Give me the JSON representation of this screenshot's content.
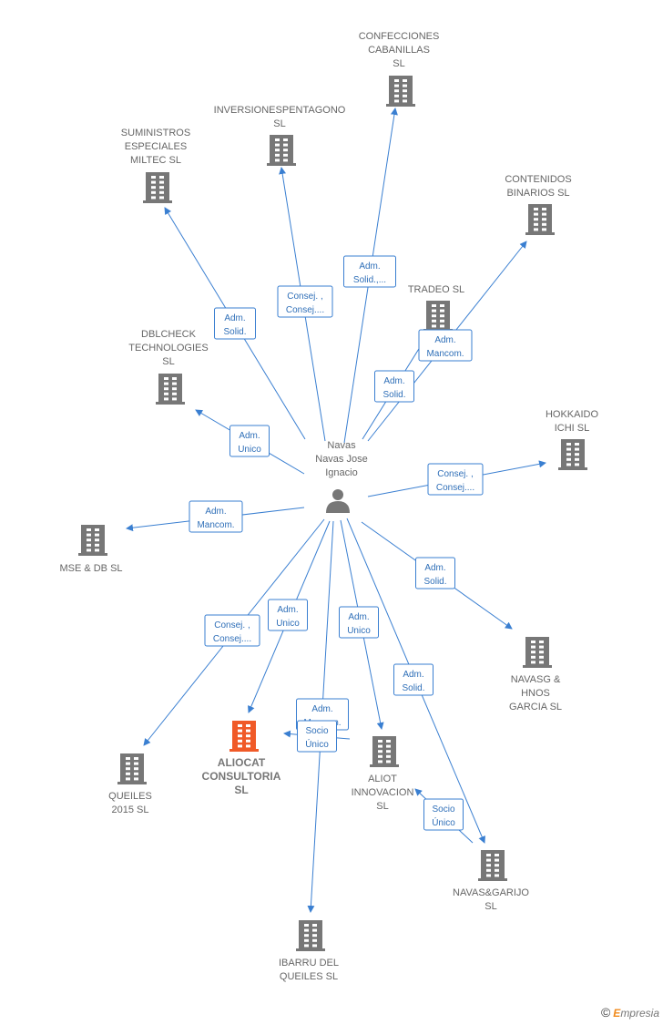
{
  "colors": {
    "edge": "#3a7fd1",
    "building": "#777777",
    "highlight": "#f05a28",
    "label": "#666666"
  },
  "center": {
    "label_lines": [
      "Navas",
      "Navas Jose",
      "Ignacio"
    ],
    "icon": "person-icon"
  },
  "companies": [
    {
      "id": "confecciones",
      "lines": [
        "CONFECCIONES",
        "CABANILLAS",
        "SL"
      ]
    },
    {
      "id": "inversiones",
      "lines": [
        "INVERSIONESPENTAGONO",
        "SL"
      ]
    },
    {
      "id": "suministros",
      "lines": [
        "SUMINISTROS",
        "ESPECIALES",
        "MILTEC SL"
      ]
    },
    {
      "id": "contenidos",
      "lines": [
        "CONTENIDOS",
        "BINARIOS  SL"
      ]
    },
    {
      "id": "tradeo",
      "lines": [
        "TRADEO  SL"
      ]
    },
    {
      "id": "dblcheck",
      "lines": [
        "DBLCHECK",
        "TECHNOLOGIES",
        "SL"
      ]
    },
    {
      "id": "hokkaido",
      "lines": [
        "HOKKAIDO",
        "ICHI SL"
      ]
    },
    {
      "id": "mse",
      "lines": [
        "MSE & DB  SL"
      ]
    },
    {
      "id": "navasg",
      "lines": [
        "NAVASG &",
        "HNOS",
        "GARCIA  SL"
      ]
    },
    {
      "id": "aliocat",
      "lines": [
        "ALIOCAT",
        "CONSULTORIA",
        "SL"
      ],
      "highlight": true
    },
    {
      "id": "aliot",
      "lines": [
        "ALIOT",
        "INNOVACION",
        "SL"
      ]
    },
    {
      "id": "queiles",
      "lines": [
        "QUEILES",
        "2015  SL"
      ]
    },
    {
      "id": "navasgarijo",
      "lines": [
        "NAVAS&GARIJO",
        "SL"
      ]
    },
    {
      "id": "ibarru",
      "lines": [
        "IBARRU DEL",
        "QUEILES  SL"
      ]
    }
  ],
  "edges": [
    {
      "id": "e-confecciones",
      "lines": [
        "Adm.",
        "Solid.,..."
      ]
    },
    {
      "id": "e-inversiones",
      "lines": [
        "Consej. ,",
        "Consej...."
      ]
    },
    {
      "id": "e-suministros",
      "lines": [
        "Adm.",
        "Solid."
      ]
    },
    {
      "id": "e-contenidos",
      "lines": [
        "Adm.",
        "Mancom."
      ]
    },
    {
      "id": "e-tradeo",
      "lines": [
        "Adm.",
        "Solid."
      ]
    },
    {
      "id": "e-dblcheck",
      "lines": [
        "Adm.",
        "Unico"
      ]
    },
    {
      "id": "e-hokkaido",
      "lines": [
        "Consej. ,",
        "Consej...."
      ]
    },
    {
      "id": "e-mse",
      "lines": [
        "Adm.",
        "Mancom."
      ]
    },
    {
      "id": "e-navasg",
      "lines": [
        "Adm.",
        "Solid."
      ]
    },
    {
      "id": "e-queiles",
      "lines": [
        "Consej. ,",
        "Consej...."
      ]
    },
    {
      "id": "e-aliocat",
      "lines": [
        "Adm.",
        "Unico"
      ]
    },
    {
      "id": "e-ibarru",
      "lines": [
        "Adm.",
        "Mancom."
      ]
    },
    {
      "id": "e-aliot",
      "lines": [
        "Adm.",
        "Unico"
      ]
    },
    {
      "id": "e-navasgarijo",
      "lines": [
        "Adm.",
        "Solid."
      ]
    },
    {
      "id": "e-aliot-aliocat",
      "lines": [
        "Socio",
        "Único"
      ]
    },
    {
      "id": "e-navasgarijo-aliot",
      "lines": [
        "Socio",
        "Único"
      ]
    }
  ],
  "footer": {
    "copyright": "©",
    "brand_first": "E",
    "brand_rest": "mpresia"
  }
}
